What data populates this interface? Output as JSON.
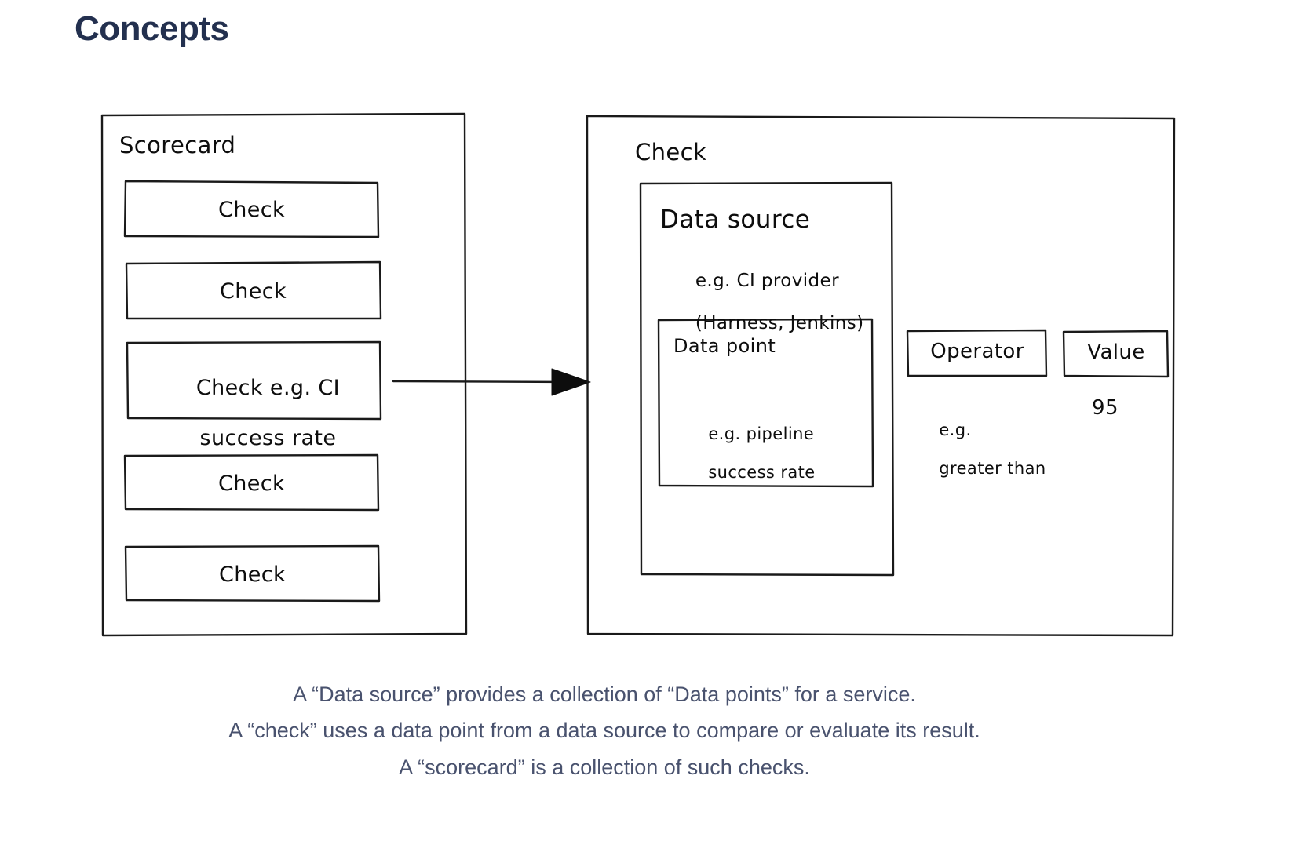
{
  "page": {
    "title": "Concepts",
    "title_color": "#23304f",
    "background": "#ffffff",
    "stroke_color": "#1a1a1a",
    "caption_color": "#49526e"
  },
  "diagram": {
    "type": "concept-diagram",
    "scorecard": {
      "label": "Scorecard",
      "checks": [
        {
          "label": "Check"
        },
        {
          "label": "Check"
        },
        {
          "label": "Check e.g. CI\nsuccess rate",
          "line1": "Check e.g. CI",
          "line2": "success rate",
          "highlighted": true
        },
        {
          "label": "Check"
        },
        {
          "label": "Check"
        }
      ]
    },
    "arrow": {
      "from": "scorecard-check-3",
      "to": "check-detail",
      "style": "solid-line-filled-arrowhead"
    },
    "check_detail": {
      "label": "Check",
      "data_source": {
        "label": "Data source",
        "example_line1": "e.g. CI provider",
        "example_line2": "(Harness, Jenkins)",
        "data_point": {
          "label": "Data point",
          "example_line1": "e.g. pipeline",
          "example_line2": "success rate"
        }
      },
      "operator": {
        "label": "Operator",
        "example_line1": "e.g.",
        "example_line2": "greater than"
      },
      "value": {
        "label": "Value",
        "example": "95"
      }
    }
  },
  "caption": {
    "lines": [
      "A “Data source” provides a collection of “Data points” for a service.",
      "A “check” uses a data point from a data source to compare or evaluate its result.",
      "A “scorecard” is a collection of such checks."
    ]
  }
}
